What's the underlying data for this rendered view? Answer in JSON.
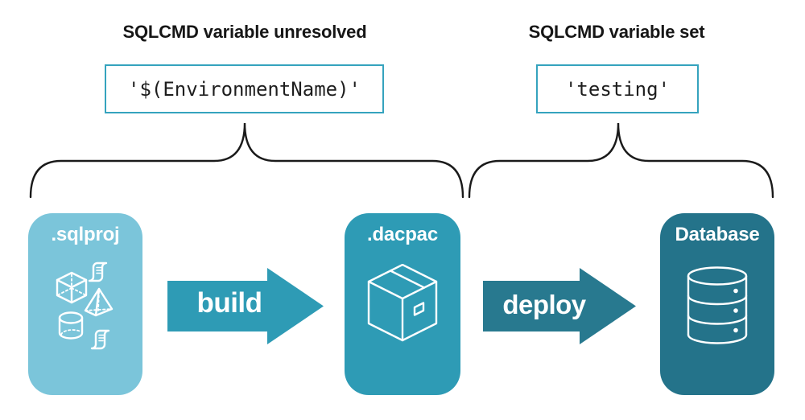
{
  "annotations": {
    "left": {
      "title": "SQLCMD variable unresolved",
      "code": "'$(EnvironmentName)'"
    },
    "right": {
      "title": "SQLCMD variable set",
      "code": "'testing'"
    }
  },
  "pipeline": {
    "stages": [
      {
        "label": ".sqlproj",
        "color": "#7BC5DA",
        "icon": "sql-project-objects-icon"
      },
      {
        "label": ".dacpac",
        "color": "#2E9BB5",
        "icon": "package-box-icon"
      },
      {
        "label": "Database",
        "color": "#24738A",
        "icon": "database-cylinder-icon"
      }
    ],
    "arrows": [
      {
        "label": "build",
        "color": "#2E9BB5"
      },
      {
        "label": "deploy",
        "color": "#28798F"
      }
    ]
  },
  "style": {
    "codebox_border": "#35A3BE",
    "brace_color": "#1a1a1a",
    "heading_color": "#161616",
    "code_text_color": "#1e1e1e",
    "background": "#ffffff"
  }
}
